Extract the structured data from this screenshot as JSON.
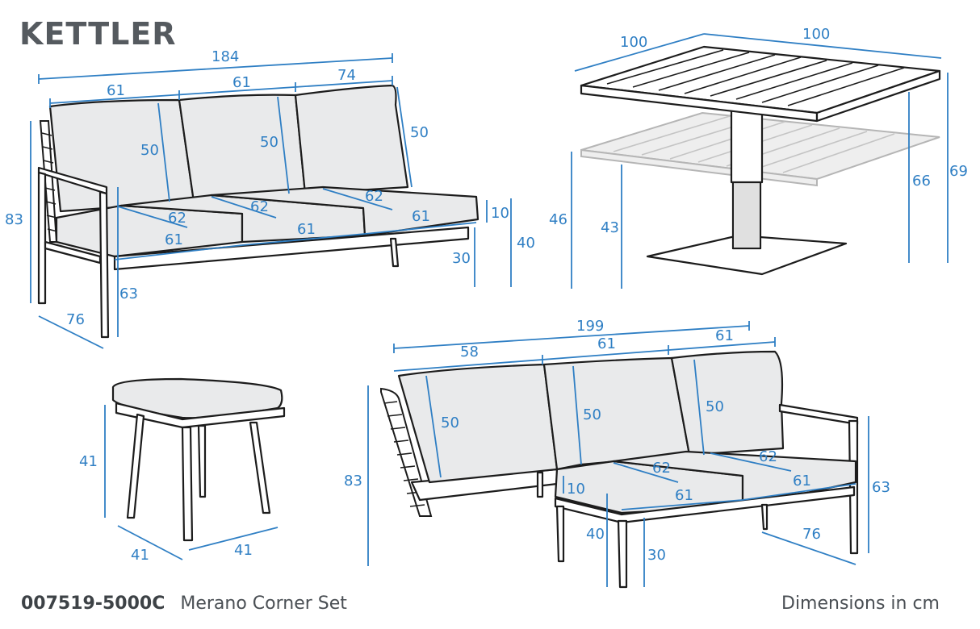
{
  "brand": "KETTLER",
  "product_code": "007519-5000C",
  "product_name": "Merano Corner Set",
  "units_note": "Dimensions in cm",
  "sofa": {
    "total_width": "184",
    "seat_widths": [
      "61",
      "61",
      "74"
    ],
    "back_heights": [
      "50",
      "50",
      "50"
    ],
    "height": "83",
    "arm_height": "63",
    "depth": "76",
    "seat_depths": [
      "62",
      "62",
      "62"
    ],
    "seat_fronts": [
      "61",
      "61",
      "61"
    ],
    "cushion_thickness": "10",
    "seat_height": "40",
    "frame_height": "30"
  },
  "table": {
    "width": "100",
    "depth": "100",
    "high_height": "69",
    "high_top": "66",
    "low_height": "46",
    "low_top": "43"
  },
  "stool": {
    "height": "41",
    "width": "41",
    "depth": "41"
  },
  "corner": {
    "total_width": "199",
    "seat_widths": [
      "58",
      "61",
      "61"
    ],
    "back_heights": [
      "50",
      "50",
      "50"
    ],
    "height": "83",
    "arm_height": "63",
    "depth": "76",
    "seat_depths": [
      "62",
      "62"
    ],
    "seat_fronts": [
      "61",
      "61"
    ],
    "cushion_thickness": "10",
    "seat_height": "40",
    "frame_height": "30"
  }
}
